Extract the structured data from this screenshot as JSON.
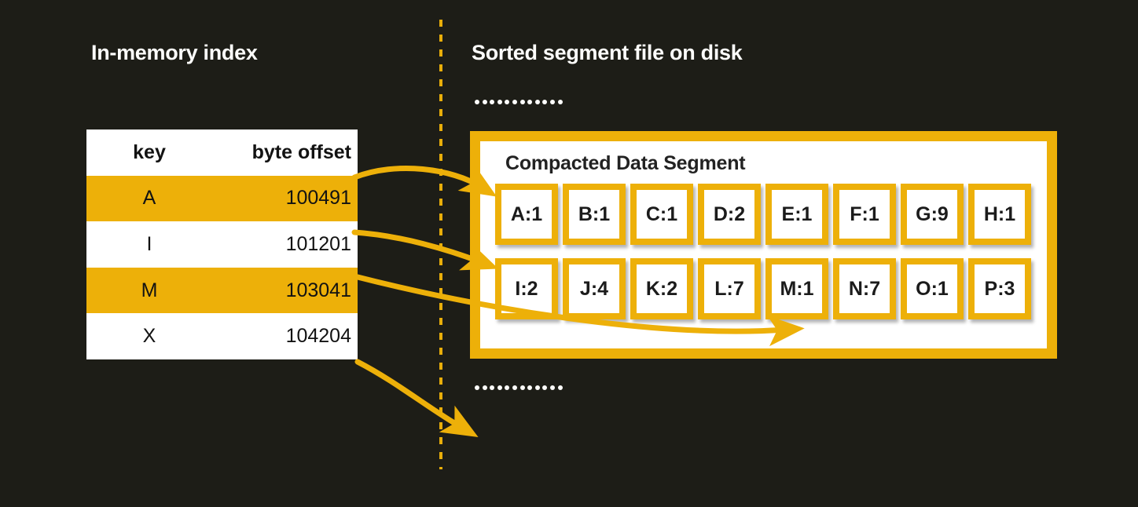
{
  "palette": {
    "background": "#1d1d17",
    "gold": "#edb009",
    "white": "#ffffff",
    "text_dark": "#121212",
    "text_light": "#fdfdfb"
  },
  "titles": {
    "left": "In-memory index",
    "right": "Sorted segment file on disk"
  },
  "ellipsis": {
    "dot_count": 12,
    "label": "..........."
  },
  "index_table": {
    "headers": {
      "key": "key",
      "offset": "byte offset"
    },
    "rows": [
      {
        "key": "A",
        "offset": "100491",
        "highlighted": true
      },
      {
        "key": "I",
        "offset": "101201",
        "highlighted": false
      },
      {
        "key": "M",
        "offset": "103041",
        "highlighted": true
      },
      {
        "key": "X",
        "offset": "104204",
        "highlighted": false
      }
    ]
  },
  "segment": {
    "title": "Compacted Data Segment",
    "row1": [
      "A:1",
      "B:1",
      "C:1",
      "D:2",
      "E:1",
      "F:1",
      "G:9",
      "H:1"
    ],
    "row2": [
      "I:2",
      "J:4",
      "K:2",
      "L:7",
      "M:1",
      "N:7",
      "O:1",
      "P:3"
    ]
  },
  "arrows": [
    {
      "name": "arrow-a-to-cell-a",
      "from_key": "A",
      "to_cell": "A:1"
    },
    {
      "name": "arrow-i-to-cell-i",
      "from_key": "I",
      "to_cell": "I:2"
    },
    {
      "name": "arrow-m-to-cell-m",
      "from_key": "M",
      "to_cell": "M:1"
    },
    {
      "name": "arrow-x-to-next-segment",
      "from_key": "X",
      "to_cell": ""
    }
  ]
}
